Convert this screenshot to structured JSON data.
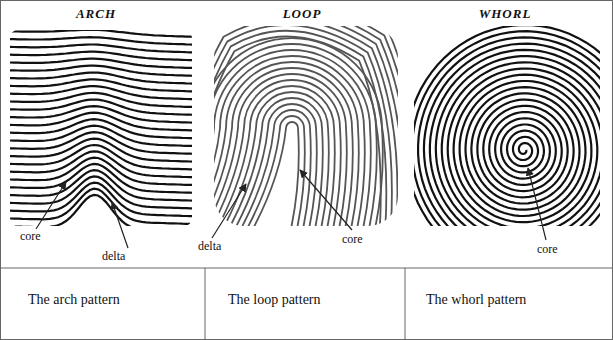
{
  "diagram": {
    "labels": [
      "ARCH",
      "LOOP",
      "WHORL",
      "core",
      "delta",
      "delta",
      "core",
      "core",
      "The arch pattern",
      "The loop pattern",
      "The whorl pattern"
    ]
  }
}
